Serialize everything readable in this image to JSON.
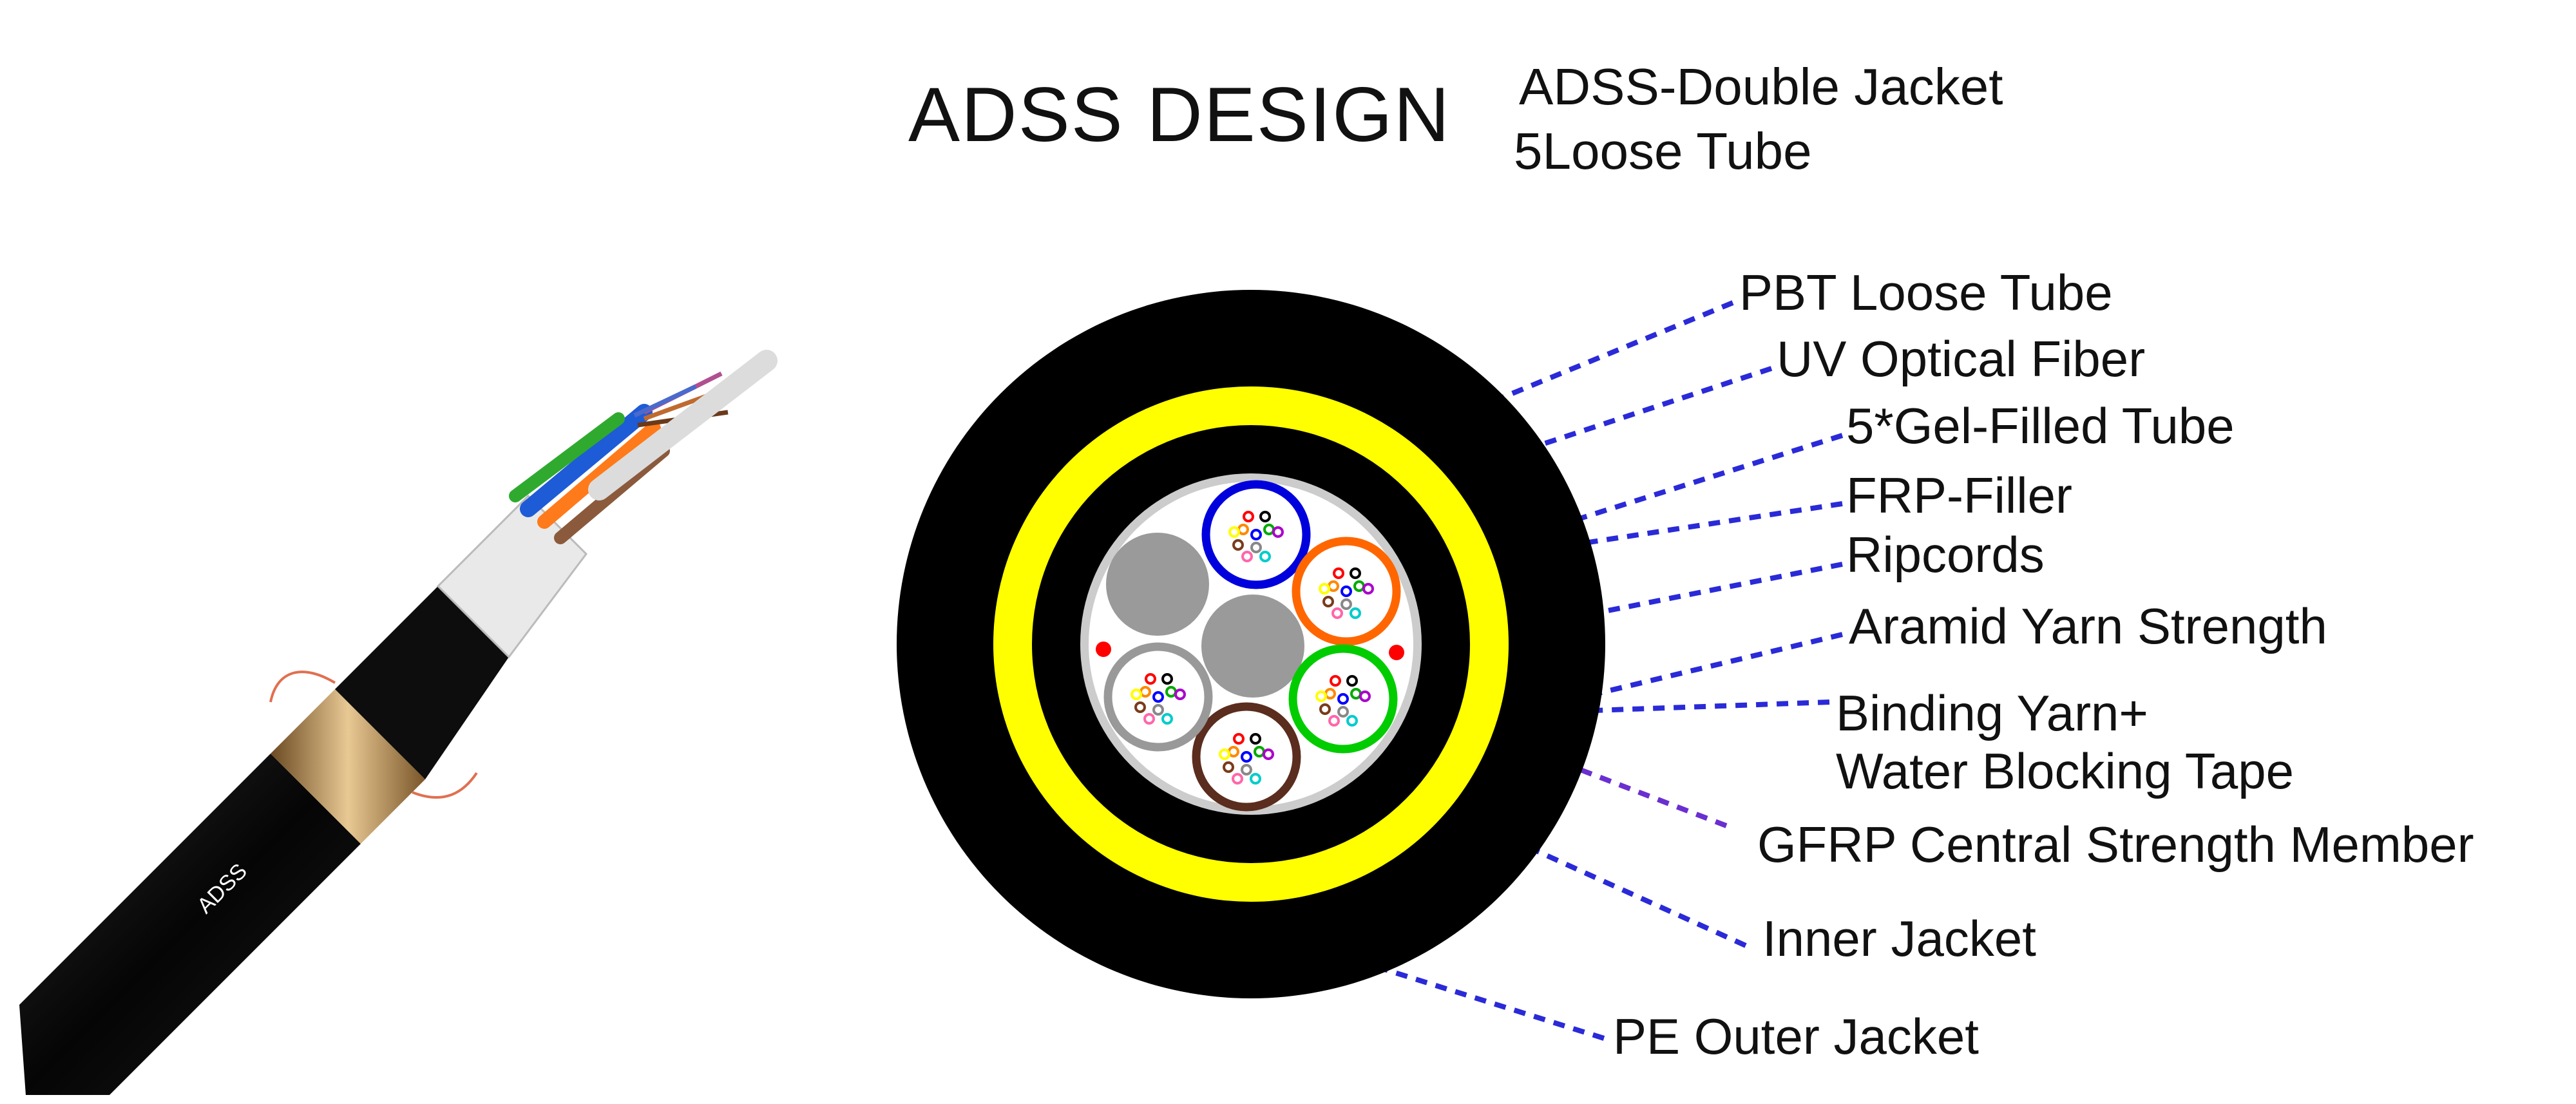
{
  "header": {
    "title": "ADSS DESIGN",
    "subtitle_line1": "ADSS-Double Jacket",
    "subtitle_line2": "5Loose Tube"
  },
  "cable_photo": {
    "jacket_print": "ADSS"
  },
  "labels": {
    "pbt_loose_tube": "PBT Loose Tube",
    "uv_optical_fiber": "UV Optical Fiber",
    "gel_filled_tube": "5*Gel-Filled Tube",
    "frp_filler": "FRP-Filler",
    "ripcords": "Ripcords",
    "aramid_yarn": "Aramid Yarn Strength",
    "binding_yarn_line1": "Binding Yarn+",
    "binding_yarn_line2": "Water Blocking Tape",
    "gfrp_member": "GFRP Central Strength Member",
    "inner_jacket": "Inner Jacket",
    "pe_outer_jacket": "PE Outer Jacket"
  },
  "colors": {
    "outer_jacket": "#000000",
    "aramid_ring": "#ffff00",
    "leader_line": "#2a2ad8",
    "leader_line_violet": "#6a2fd0",
    "filler_gray": "#9a9a9a",
    "core_wrap": "#c8c8c8",
    "tube_colors": [
      "#0000dd",
      "#ff6600",
      "#00cc00",
      "#5a2d1e",
      "#999999"
    ],
    "ripcord": "#ff0000"
  }
}
